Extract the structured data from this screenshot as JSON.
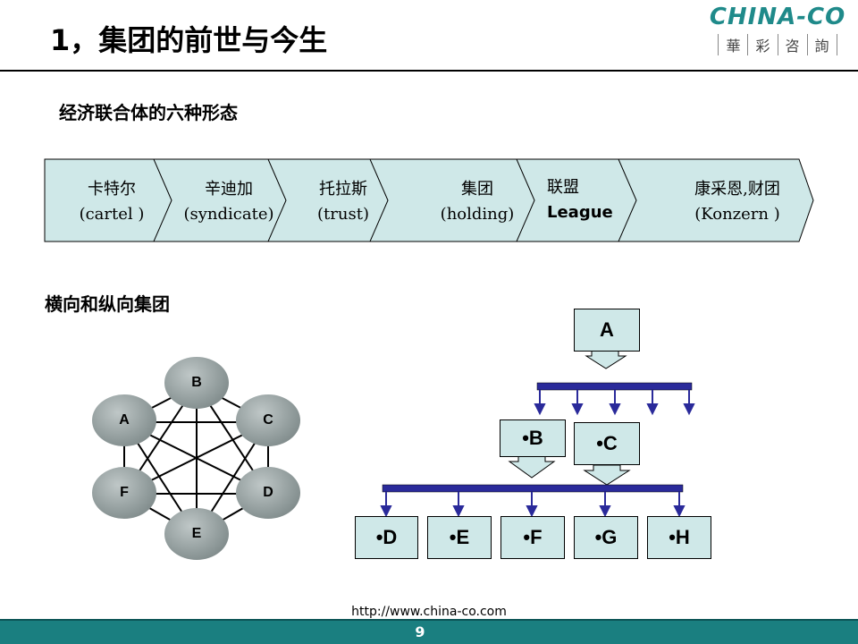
{
  "title": "1，集团的前世与今生",
  "logo": {
    "main": "CHINA-CO",
    "sub": [
      "華",
      "彩",
      "咨",
      "詢"
    ]
  },
  "section1": {
    "title": "经济联合体的六种形态",
    "forms": [
      {
        "zh": "卡特尔",
        "en": "(cartel )"
      },
      {
        "zh": "辛迪加",
        "en": "(syndicate)"
      },
      {
        "zh": "托拉斯",
        "en": "(trust)"
      },
      {
        "zh": "集团",
        "en": "(holding)"
      },
      {
        "zh": "联盟",
        "en": "League"
      },
      {
        "zh": "康采恩,财团",
        "en": "(Konzern )"
      }
    ]
  },
  "section2": {
    "title": "横向和纵向集团",
    "network_nodes": [
      "B",
      "A",
      "C",
      "F",
      "D",
      "E"
    ],
    "hierarchy": {
      "root": "A",
      "level2": [
        "•B",
        "•C"
      ],
      "level3": [
        "•D",
        "•E",
        "•F",
        "•G",
        "•H"
      ]
    }
  },
  "footer": {
    "url": "http://www.china-co.com",
    "page": "9"
  },
  "colors": {
    "chevron_fill": "#cfe8e8",
    "arrow_bar": "#2a2a9a",
    "footer": "#1a7f80",
    "logo": "#1f8a8a"
  }
}
